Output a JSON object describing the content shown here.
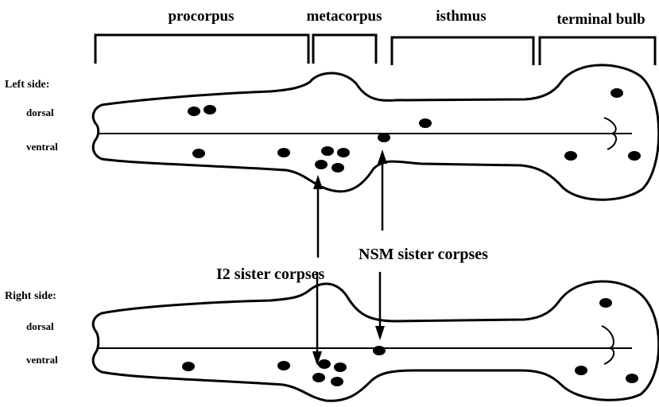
{
  "regions": {
    "procorpus": "procorpus",
    "metacorpus": "metacorpus",
    "isthmus": "isthmus",
    "terminal_bulb": "terminal bulb"
  },
  "left_panel": {
    "side_label": "Left side:",
    "dorsal_label": "dorsal",
    "ventral_label": "ventral"
  },
  "right_panel": {
    "side_label": "Right side:",
    "dorsal_label": "dorsal",
    "ventral_label": "ventral"
  },
  "annotations": {
    "nsm": "NSM sister corpses",
    "i2": "I2 sister corpses"
  },
  "colors": {
    "ink": "#000000",
    "background": "#ffffff"
  }
}
